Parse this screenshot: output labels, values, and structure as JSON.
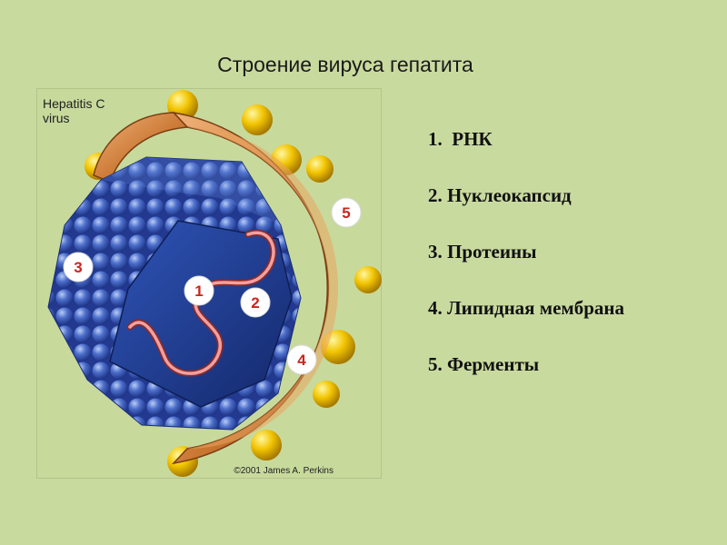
{
  "title": "Строение вируса гепатита",
  "figure": {
    "caption_line1": "Hepatitis C",
    "caption_line2": "virus",
    "credit": "©2001 James A. Perkins",
    "markers": [
      "1",
      "2",
      "3",
      "4",
      "5"
    ],
    "colors": {
      "background": "#c9da9f",
      "envelope": "#c8742f",
      "envelope_inner": "#e9a460",
      "capsid": "#3c5fbf",
      "capsid_highlight": "#9fb8f0",
      "core": "#1e3d8c",
      "rna": "#e07474",
      "enzymes": "#f2c400",
      "badge_text": "#c8261e"
    }
  },
  "legend": [
    {
      "number": "1.",
      "text": "РНК"
    },
    {
      "number": "2.",
      "text": "Нуклеокапсид"
    },
    {
      "number": "3.",
      "text": "Протеины"
    },
    {
      "number": "4.",
      "text": "Липидная мембрана"
    },
    {
      "number": "5.",
      "text": "Ферменты"
    }
  ]
}
